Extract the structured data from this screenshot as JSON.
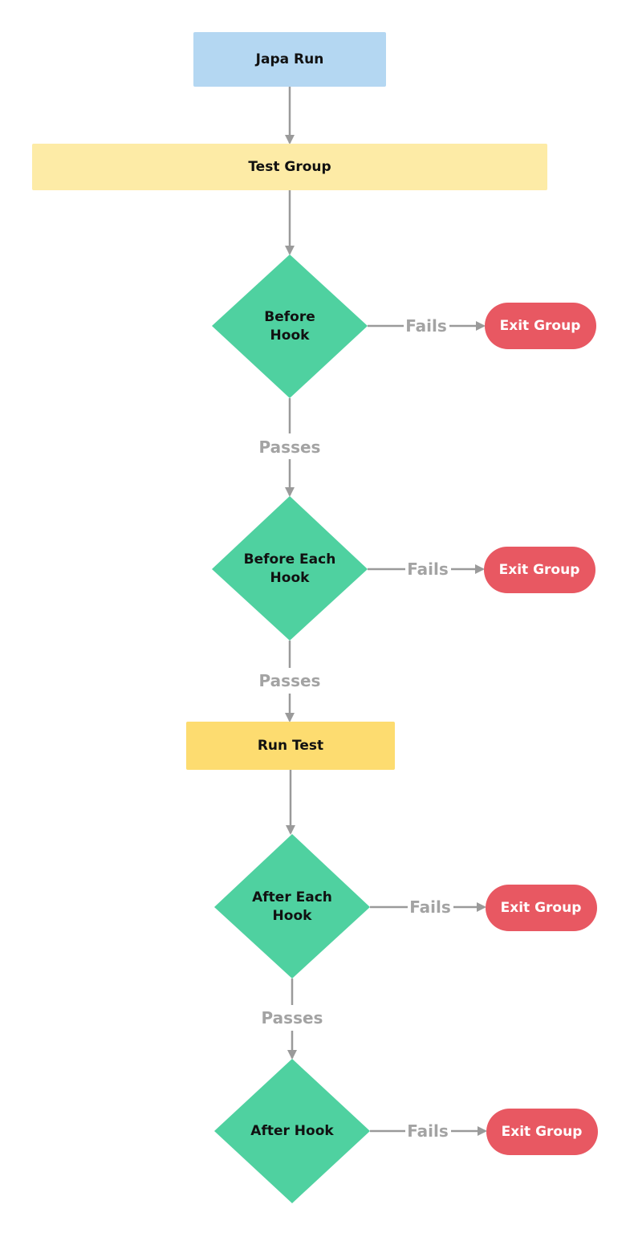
{
  "colors": {
    "start": "#b4d7f2",
    "group": "#fdeba6",
    "run_test": "#fddc70",
    "hook": "#4fd1a0",
    "exit": "#e85862",
    "edge": "#9a9a9a",
    "edge_label": "#a3a3a3"
  },
  "nodes": {
    "start": {
      "label": "Japa Run"
    },
    "test_group": {
      "label": "Test Group"
    },
    "before_hook": {
      "line1": "Before",
      "line2": "Hook"
    },
    "before_each_hook": {
      "line1": "Before Each",
      "line2": "Hook"
    },
    "run_test": {
      "label": "Run Test"
    },
    "after_each_hook": {
      "line1": "After Each",
      "line2": "Hook"
    },
    "after_hook": {
      "label": "After Hook"
    }
  },
  "exits": [
    {
      "label": "Exit Group"
    },
    {
      "label": "Exit Group"
    },
    {
      "label": "Exit Group"
    },
    {
      "label": "Exit Group"
    }
  ],
  "edge_labels": {
    "fails": [
      "Fails",
      "Fails",
      "Fails",
      "Fails"
    ],
    "passes": [
      "Passes",
      "Passes",
      "Passes"
    ]
  }
}
